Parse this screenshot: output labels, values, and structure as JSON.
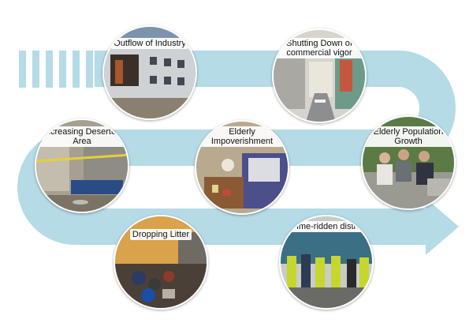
{
  "colors": {
    "flow": "#b4dbe6",
    "flow_dark": "#a7d2de",
    "label_text": "#111111"
  },
  "nodes": [
    {
      "id": "outflow",
      "label": "Outflow of Industry",
      "photo": "abandoned-factory-photo"
    },
    {
      "id": "shutting",
      "label": "Shutting Down of commercial vigor",
      "photo": "empty-alley-shops-photo"
    },
    {
      "id": "elderly-growth",
      "label": "Elderly Population Growth",
      "photo": "elderly-people-sitting-photo"
    },
    {
      "id": "elderly-poverty",
      "label": "Elderly Impoverishment",
      "photo": "elderly-person-lying-photo"
    },
    {
      "id": "deserted",
      "label": "Increasing Deserted Area",
      "photo": "deserted-lot-photo"
    },
    {
      "id": "litter",
      "label": "Dropping Litter",
      "photo": "litter-pile-photo"
    },
    {
      "id": "crime",
      "label": "Crime-ridden district",
      "photo": "street-patrol-photo"
    }
  ]
}
